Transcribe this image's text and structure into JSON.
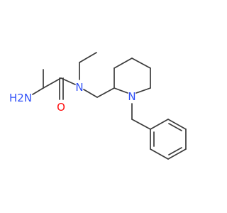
{
  "molecule": {
    "atoms": [
      {
        "id": "NH2",
        "label": "H2N",
        "element": "N",
        "color": "#3050f8"
      },
      {
        "id": "O",
        "label": "O",
        "element": "O",
        "color": "#ff0d0d"
      },
      {
        "id": "N_amide",
        "label": "N",
        "element": "N",
        "color": "#3050f8"
      },
      {
        "id": "N_ring",
        "label": "N",
        "element": "N",
        "color": "#3050f8"
      }
    ],
    "bond_color": "#3b3b3b"
  }
}
